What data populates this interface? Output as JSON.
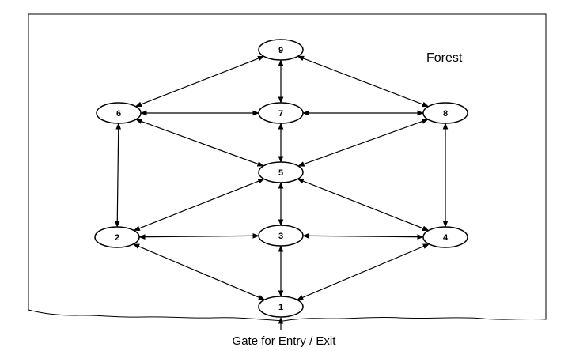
{
  "diagram": {
    "region_label": "Forest",
    "gate_label": "Gate for Entry / Exit",
    "nodes": [
      {
        "id": "1",
        "label": "1"
      },
      {
        "id": "2",
        "label": "2"
      },
      {
        "id": "3",
        "label": "3"
      },
      {
        "id": "4",
        "label": "4"
      },
      {
        "id": "5",
        "label": "5"
      },
      {
        "id": "6",
        "label": "6"
      },
      {
        "id": "7",
        "label": "7"
      },
      {
        "id": "8",
        "label": "8"
      },
      {
        "id": "9",
        "label": "9"
      }
    ],
    "edges": [
      {
        "from": "9",
        "to": "6"
      },
      {
        "from": "9",
        "to": "7"
      },
      {
        "from": "9",
        "to": "8"
      },
      {
        "from": "6",
        "to": "7"
      },
      {
        "from": "7",
        "to": "8"
      },
      {
        "from": "6",
        "to": "5"
      },
      {
        "from": "7",
        "to": "5"
      },
      {
        "from": "8",
        "to": "5"
      },
      {
        "from": "6",
        "to": "2"
      },
      {
        "from": "8",
        "to": "4"
      },
      {
        "from": "5",
        "to": "2"
      },
      {
        "from": "5",
        "to": "3"
      },
      {
        "from": "5",
        "to": "4"
      },
      {
        "from": "2",
        "to": "3"
      },
      {
        "from": "3",
        "to": "4"
      },
      {
        "from": "2",
        "to": "1"
      },
      {
        "from": "3",
        "to": "1"
      },
      {
        "from": "4",
        "to": "1"
      }
    ],
    "entry": {
      "to": "1"
    }
  }
}
